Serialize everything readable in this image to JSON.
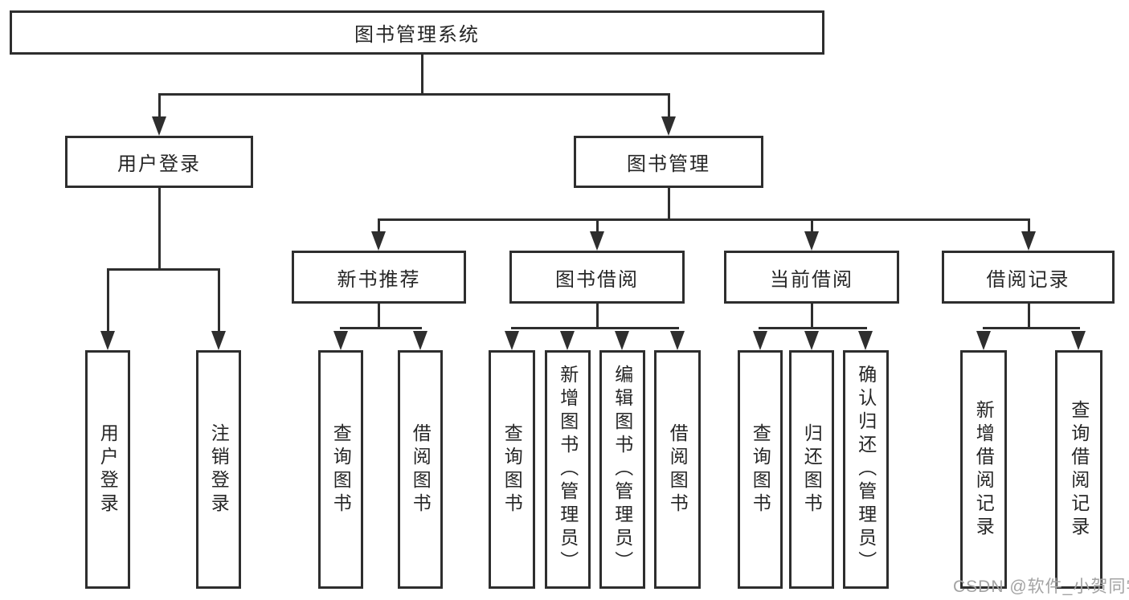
{
  "colors": {
    "line": "#2e2e2e",
    "border": "#2e2e2e",
    "text": "#262626",
    "background": "#ffffff",
    "watermark_text_color": "#a3a3a3"
  },
  "watermark": {
    "text": "CSDN @软件_小贺同学"
  },
  "tree": {
    "root": {
      "label": "图书管理系统"
    },
    "children": [
      {
        "label": "用户登录",
        "children": [
          {
            "label": "用户登录"
          },
          {
            "label": "注销登录"
          }
        ]
      },
      {
        "label": "图书管理",
        "children": [
          {
            "label": "新书推荐",
            "children": [
              {
                "label": "查询图书"
              },
              {
                "label": "借阅图书"
              }
            ]
          },
          {
            "label": "图书借阅",
            "children": [
              {
                "label": "查询图书"
              },
              {
                "label": "新增图书（管理员）"
              },
              {
                "label": "编辑图书（管理员）"
              },
              {
                "label": "借阅图书"
              }
            ]
          },
          {
            "label": "当前借阅",
            "children": [
              {
                "label": "查询图书"
              },
              {
                "label": "归还图书"
              },
              {
                "label": "确认归还（管理员）"
              }
            ]
          },
          {
            "label": "借阅记录",
            "children": [
              {
                "label": "新增借阅记录"
              },
              {
                "label": "查询借阅记录"
              }
            ]
          }
        ]
      }
    ]
  }
}
